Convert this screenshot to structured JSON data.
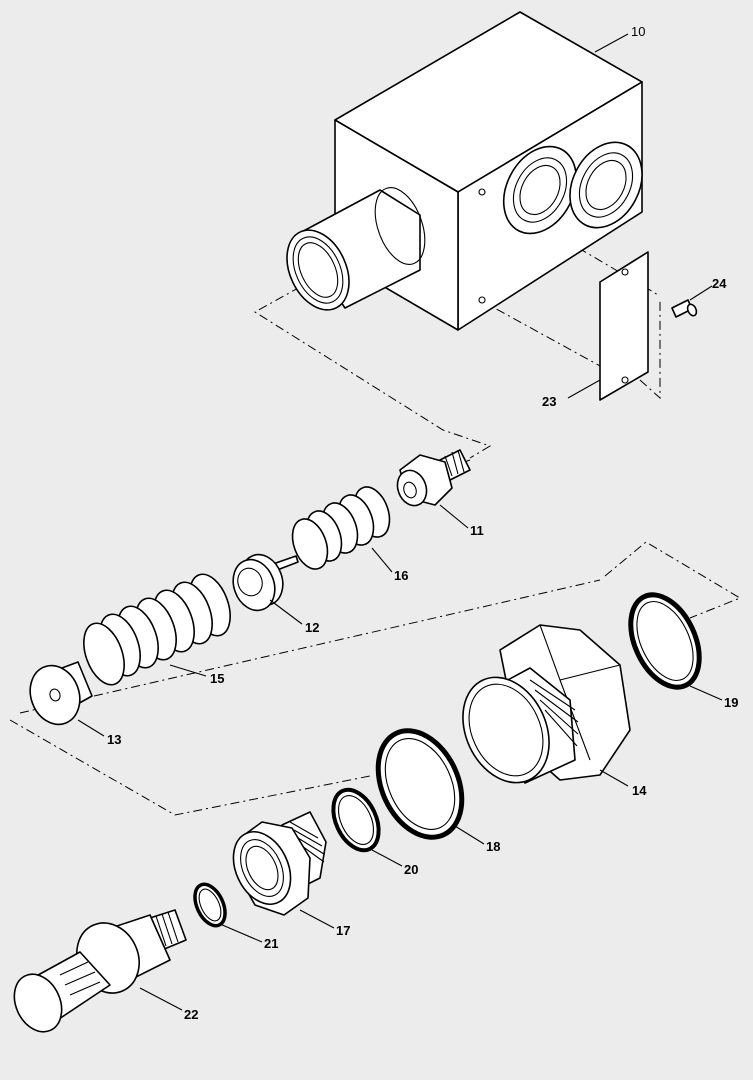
{
  "diagram": {
    "type": "exploded-parts-view",
    "part_labels": {
      "p10": "10",
      "p11": "11",
      "p12": "12",
      "p13": "13",
      "p14": "14",
      "p15": "15",
      "p16": "16",
      "p17": "17",
      "p18": "18",
      "p19": "19",
      "p20": "20",
      "p21": "21",
      "p22": "22",
      "p23": "23",
      "p24": "24"
    }
  }
}
